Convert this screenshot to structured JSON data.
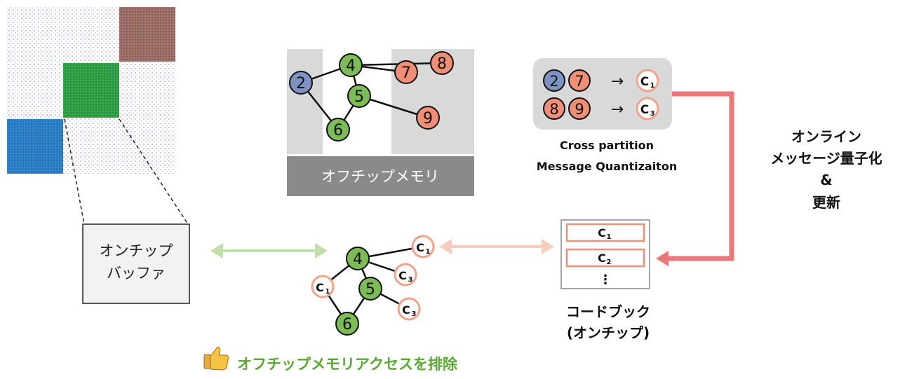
{
  "offchip_memory": {
    "label": "オフチップメモリ"
  },
  "onchip_buffer": {
    "line1": "オンチップ",
    "line2": "バッファ"
  },
  "quantization_box": {
    "row1_inputs": [
      "2",
      "7"
    ],
    "row1_arrow": "→",
    "row1_code": "C",
    "row1_code_sub": "1",
    "row2_inputs": [
      "8",
      "9"
    ],
    "row2_arrow": "→",
    "row2_code": "C",
    "row2_code_sub": "3",
    "caption_line1": "Cross partition",
    "caption_line2": "Message Quantizaiton"
  },
  "online_update": {
    "line1": "オンライン",
    "line2": "メッセージ量子化",
    "line3": "&",
    "line4": "更新"
  },
  "codebook": {
    "entries": [
      {
        "code": "C",
        "sub": "1"
      },
      {
        "code": "C",
        "sub": "2"
      }
    ],
    "ellipsis": "⋮",
    "label_line1": "コードブック",
    "label_line2": "(オンチップ)"
  },
  "offchip_graph": {
    "nodes": [
      "2",
      "4",
      "5",
      "6",
      "7",
      "8",
      "9"
    ]
  },
  "onchip_graph": {
    "nodes": [
      "4",
      "5",
      "6"
    ],
    "code_nodes": [
      {
        "code": "C",
        "sub": "1"
      },
      {
        "code": "C",
        "sub": "3"
      },
      {
        "code": "C",
        "sub": "1"
      },
      {
        "code": "C",
        "sub": "3"
      }
    ]
  },
  "bottom_note": {
    "icon": "thumbs-up-icon",
    "text": "オフチップメモリアクセスを排除"
  },
  "colors": {
    "green_node": "#7dbb56",
    "blue_node": "#7f92c4",
    "salmon_node": "#f08e76",
    "code_border": "#f2a28a",
    "red_arrow": "#e8787a",
    "green_arrow": "#bfe0a8",
    "pink_arrow": "#f7cdbe",
    "bottom_text": "#5aa832",
    "gray_panel": "#d9d9d9",
    "gray_label": "#8a8a8a"
  }
}
